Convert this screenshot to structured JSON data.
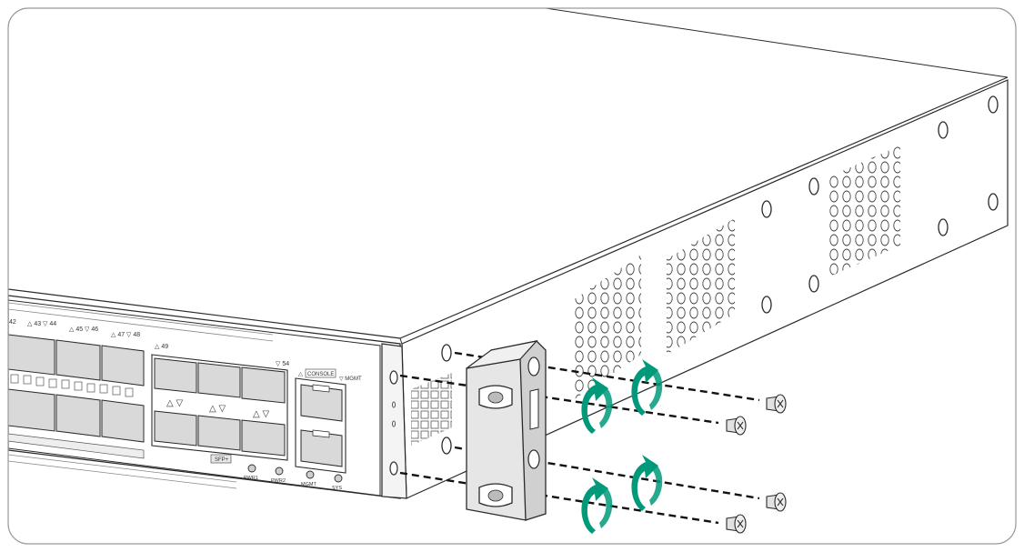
{
  "labels": {
    "port_42": "42",
    "port_43_44": "△ 43 ▽ 44",
    "port_45_46": "△ 45 ▽ 46",
    "port_47_48": "△ 47 ▽ 48",
    "port_49": "△ 49",
    "port_54": "▽ 54",
    "console": "CONSOLE",
    "console_arrow": "△",
    "mgmt_top": "▽ MGMT",
    "sfp": "SFP+",
    "pwr1": "PWR1",
    "pwr2": "PWR2",
    "mgmt": "MGMT",
    "sys": "SYS",
    "qsfp_arrows": "△ ▽"
  },
  "colors": {
    "outline": "#2a2a2a",
    "bracket": "#e6e6e6",
    "port_fill": "#d9d9d9",
    "arrow": "#009a7a",
    "frame": "#9a9a9a"
  },
  "icons": [
    "rotation-arrow-icon",
    "screw-icon",
    "mounting-bracket-icon"
  ]
}
